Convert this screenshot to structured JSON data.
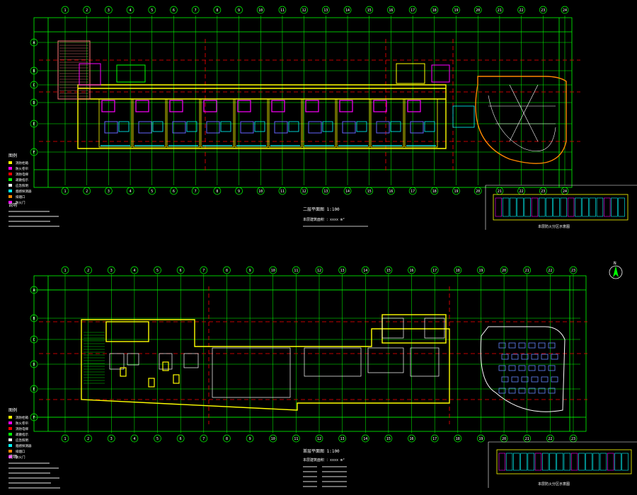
{
  "plans": [
    {
      "id": "upper",
      "title": "二层平面图 1:100",
      "note": "本层建筑面积 ：xxxx m²",
      "legend_title": "图例",
      "legend_items": [
        "消防栓箱",
        "防火卷帘",
        "消防电梯",
        "疏散指示",
        "应急照明",
        "烟感探测器",
        "排烟口",
        "防火门"
      ],
      "notes_title": "说明",
      "grid_top": [
        "1",
        "2",
        "3",
        "4",
        "5",
        "6",
        "7",
        "8",
        "9",
        "10",
        "11",
        "12",
        "13",
        "14",
        "15",
        "16",
        "17",
        "18",
        "19",
        "20",
        "21",
        "22",
        "23",
        "24"
      ],
      "grid_left": [
        "A",
        "B",
        "C",
        "D",
        "E",
        "F"
      ],
      "key_plan_label": "本层防火分区示意图"
    },
    {
      "id": "lower",
      "title": "首层平面图 1:100",
      "note": "本层建筑面积 ：xxxx m²",
      "legend_title": "图例",
      "legend_items": [
        "消防栓箱",
        "防火卷帘",
        "消防电梯",
        "疏散指示",
        "应急照明",
        "烟感探测器",
        "排烟口",
        "防火门"
      ],
      "notes_title": "说明",
      "grid_top": [
        "1",
        "2",
        "3",
        "4",
        "5",
        "6",
        "7",
        "8",
        "9",
        "10",
        "11",
        "12",
        "13",
        "14",
        "15",
        "16",
        "17",
        "18",
        "19",
        "20",
        "21",
        "22",
        "23"
      ],
      "grid_left": [
        "A",
        "B",
        "C",
        "D",
        "E",
        "F"
      ],
      "key_plan_label": "本层防火分区示意图"
    }
  ],
  "north_arrow": "N",
  "colors": {
    "background": "#000000",
    "grid": "#00ff00",
    "wall": "#ffff00",
    "axis_red": "#ff0000",
    "room": "#ff00ff",
    "furniture": "#00ffff",
    "fixture": "#0000ff",
    "text": "#ffffff"
  }
}
